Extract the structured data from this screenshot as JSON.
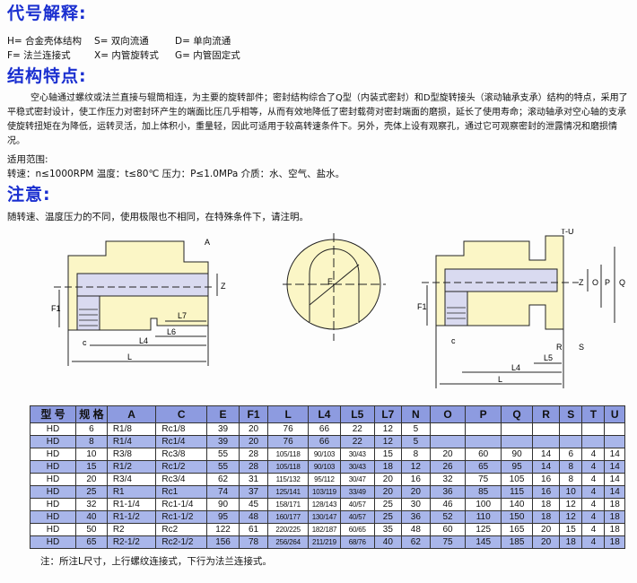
{
  "sections": {
    "codes_title": "代号解释:",
    "structure_title": "结构特点:",
    "note_title": "注意:"
  },
  "codes": [
    "H= 合金壳体结构",
    "S= 双向流通",
    "D= 单向流通",
    "F= 法兰连接式",
    "X= 内管旋转式",
    "G= 内管固定式"
  ],
  "structure_text": "空心轴通过螺纹或法兰直接与辊筒相连，为主要的旋转部件；密封结构综合了Q型（内装式密封）和D型旋转接头（滚动轴承支承）结构的特点，采用了平稳式密封设计，使工作压力对密封环产生的端面比压几乎相等，从而有效地降低了密封载荷对密封端面的磨损，延长了使用寿命；滚动轴承对空心轴的支承使旋转扭矩在为降低，运转灵活，加上体积小，重量轻，因此可适用于较高转速条件下。另外，壳体上设有观察孔，通过它可观察密封的泄露情况和磨损情况。",
  "scope_label": "适用范围:",
  "scope_text": "转速：n≤1000RPM   温度：t≤80℃   压力：P≤1.0MPa   介质：水、空气、盐水。",
  "note_text": "随转速、温度压力的不同，使用极限也不相同，在特殊条件下，请注明。",
  "diagram_labels": {
    "A": "A",
    "Z": "Z",
    "F1": "F1",
    "C": "c",
    "L7": "L7",
    "L6": "L6",
    "L4": "L4",
    "L": "L",
    "E": "E",
    "TU": "T-U",
    "O": "O",
    "P": "P",
    "Q": "Q",
    "R": "R",
    "S": "S",
    "L5": "L5"
  },
  "table": {
    "headers": [
      "型 号",
      "规 格",
      "A",
      "C",
      "E",
      "F1",
      "L",
      "L4",
      "L5",
      "L7",
      "N",
      "O",
      "P",
      "Q",
      "R",
      "S",
      "T",
      "U"
    ],
    "rows": [
      [
        "HD",
        "6",
        "R1/8",
        "Rc1/8",
        "39",
        "20",
        "76",
        "66",
        "22",
        "12",
        "5",
        "",
        "",
        "",
        "",
        "",
        "",
        ""
      ],
      [
        "HD",
        "8",
        "R1/4",
        "Rc1/4",
        "39",
        "20",
        "76",
        "66",
        "22",
        "12",
        "5",
        "",
        "",
        "",
        "",
        "",
        "",
        ""
      ],
      [
        "HD",
        "10",
        "R3/8",
        "Rc3/8",
        "55",
        "28",
        "105/118",
        "90/103",
        "30/43",
        "15",
        "8",
        "20",
        "60",
        "90",
        "14",
        "6",
        "4",
        "14"
      ],
      [
        "HD",
        "15",
        "R1/2",
        "Rc1/2",
        "55",
        "28",
        "105/118",
        "90/103",
        "30/43",
        "18",
        "12",
        "26",
        "65",
        "95",
        "14",
        "8",
        "4",
        "14"
      ],
      [
        "HD",
        "20",
        "R3/4",
        "Rc3/4",
        "62",
        "31",
        "115/132",
        "95/112",
        "30/47",
        "20",
        "16",
        "32",
        "75",
        "105",
        "16",
        "8",
        "4",
        "14"
      ],
      [
        "HD",
        "25",
        "R1",
        "Rc1",
        "74",
        "37",
        "125/141",
        "103/119",
        "33/49",
        "20",
        "20",
        "36",
        "85",
        "115",
        "16",
        "10",
        "4",
        "14"
      ],
      [
        "HD",
        "32",
        "R1-1/4",
        "Rc1-1/4",
        "90",
        "45",
        "158/171",
        "128/143",
        "40/57",
        "25",
        "30",
        "46",
        "100",
        "140",
        "18",
        "12",
        "4",
        "18"
      ],
      [
        "HD",
        "40",
        "R1-1/2",
        "Rc1-1/2",
        "95",
        "48",
        "160/177",
        "130/147",
        "40/57",
        "25",
        "36",
        "52",
        "110",
        "150",
        "18",
        "12",
        "4",
        "18"
      ],
      [
        "HD",
        "50",
        "R2",
        "Rc2",
        "122",
        "61",
        "220/225",
        "182/187",
        "60/65",
        "35",
        "48",
        "60",
        "125",
        "165",
        "20",
        "15",
        "4",
        "18"
      ],
      [
        "HD",
        "65",
        "R2-1/2",
        "Rc2-1/2",
        "156",
        "78",
        "256/264",
        "211/219",
        "68/76",
        "40",
        "62",
        "75",
        "145",
        "185",
        "20",
        "18",
        "4",
        "18"
      ]
    ]
  },
  "footer_note": "注：所注L尺寸，上行螺纹连接式，下行为法兰连接式。"
}
